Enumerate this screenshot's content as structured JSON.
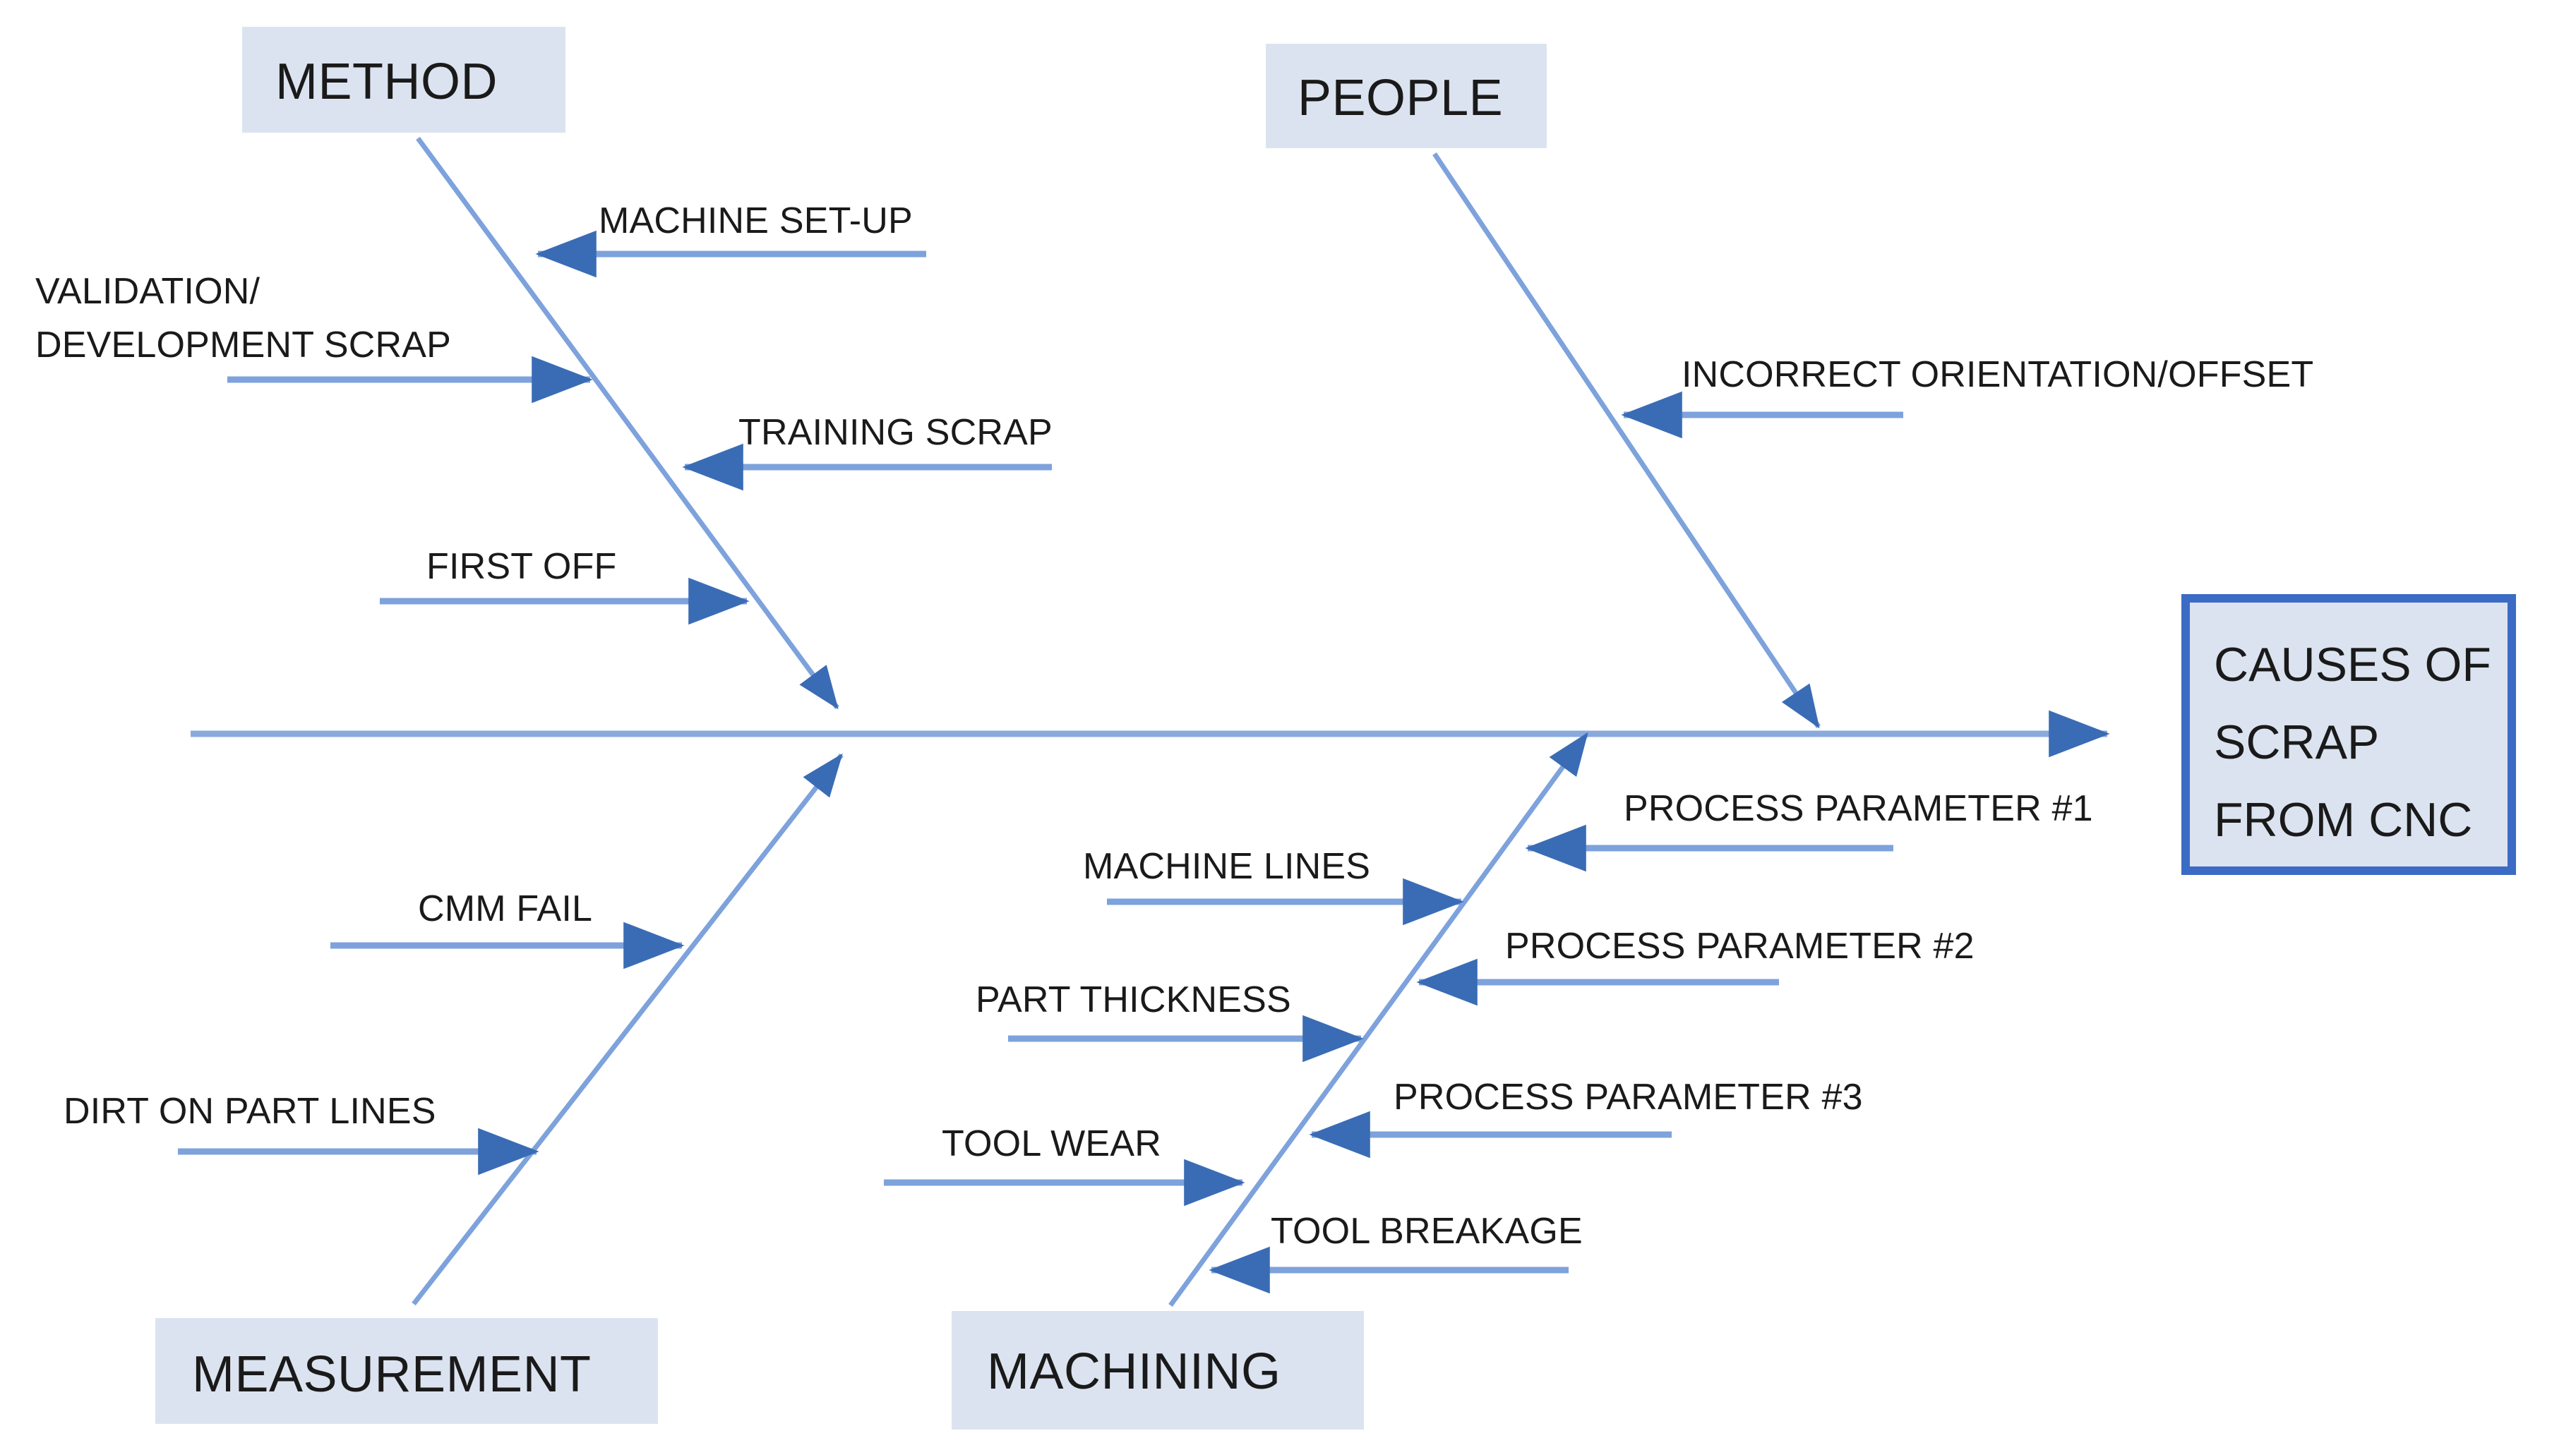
{
  "diagram": {
    "type": "fishbone-ishikawa",
    "effect": {
      "title_lines": [
        "CAUSES OF",
        "SCRAP",
        "FROM CNC"
      ],
      "line1": "CAUSES OF",
      "line2": "SCRAP",
      "line3": "FROM CNC"
    },
    "colors": {
      "box_fill": "#dce3f0",
      "box_border": "#3b6bc4",
      "bone_line": "#7da2dc",
      "arrow_fill": "#3a6cb5",
      "spine_line": "#8aaade",
      "text": "#1a1a1a",
      "background": "#ffffff"
    },
    "categories": [
      {
        "id": "method",
        "label": "METHOD",
        "position": "top-left",
        "causes": [
          {
            "label": "MACHINE SET-UP",
            "side": "right"
          },
          {
            "label": "VALIDATION/",
            "side": "left",
            "label2": "DEVELOPMENT SCRAP"
          },
          {
            "label": "TRAINING SCRAP",
            "side": "right"
          },
          {
            "label": "FIRST OFF",
            "side": "left"
          }
        ]
      },
      {
        "id": "people",
        "label": "PEOPLE",
        "position": "top-right",
        "causes": [
          {
            "label": "INCORRECT ORIENTATION/OFFSET",
            "side": "right"
          }
        ]
      },
      {
        "id": "measurement",
        "label": "MEASUREMENT",
        "position": "bottom-left",
        "causes": [
          {
            "label": "CMM FAIL",
            "side": "left"
          },
          {
            "label": "DIRT ON PART LINES",
            "side": "left"
          }
        ]
      },
      {
        "id": "machining",
        "label": "MACHINING",
        "position": "bottom-right",
        "causes": [
          {
            "label": "MACHINE LINES",
            "side": "left"
          },
          {
            "label": "PROCESS PARAMETER #1",
            "side": "right"
          },
          {
            "label": "PART THICKNESS",
            "side": "left"
          },
          {
            "label": "PROCESS PARAMETER #2",
            "side": "right"
          },
          {
            "label": "TOOL WEAR",
            "side": "left"
          },
          {
            "label": "PROCESS PARAMETER #3",
            "side": "right"
          },
          {
            "label": "TOOL BREAKAGE",
            "side": "right"
          }
        ]
      }
    ],
    "labels": {
      "method": "METHOD",
      "people": "PEOPLE",
      "measurement": "MEASUREMENT",
      "machining": "MACHINING",
      "machine_setup": "MACHINE SET-UP",
      "validation_line1": "VALIDATION/",
      "validation_line2": "DEVELOPMENT SCRAP",
      "training_scrap": "TRAINING SCRAP",
      "first_off": "FIRST OFF",
      "incorrect_orientation": "INCORRECT ORIENTATION/OFFSET",
      "cmm_fail": "CMM FAIL",
      "dirt_on_part_lines": "DIRT ON PART LINES",
      "machine_lines": "MACHINE LINES",
      "part_thickness": "PART THICKNESS",
      "tool_wear": "TOOL WEAR",
      "tool_breakage": "TOOL BREAKAGE",
      "process_parameter_1": "PROCESS PARAMETER #1",
      "process_parameter_2": "PROCESS PARAMETER #2",
      "process_parameter_3": "PROCESS PARAMETER #3"
    }
  }
}
